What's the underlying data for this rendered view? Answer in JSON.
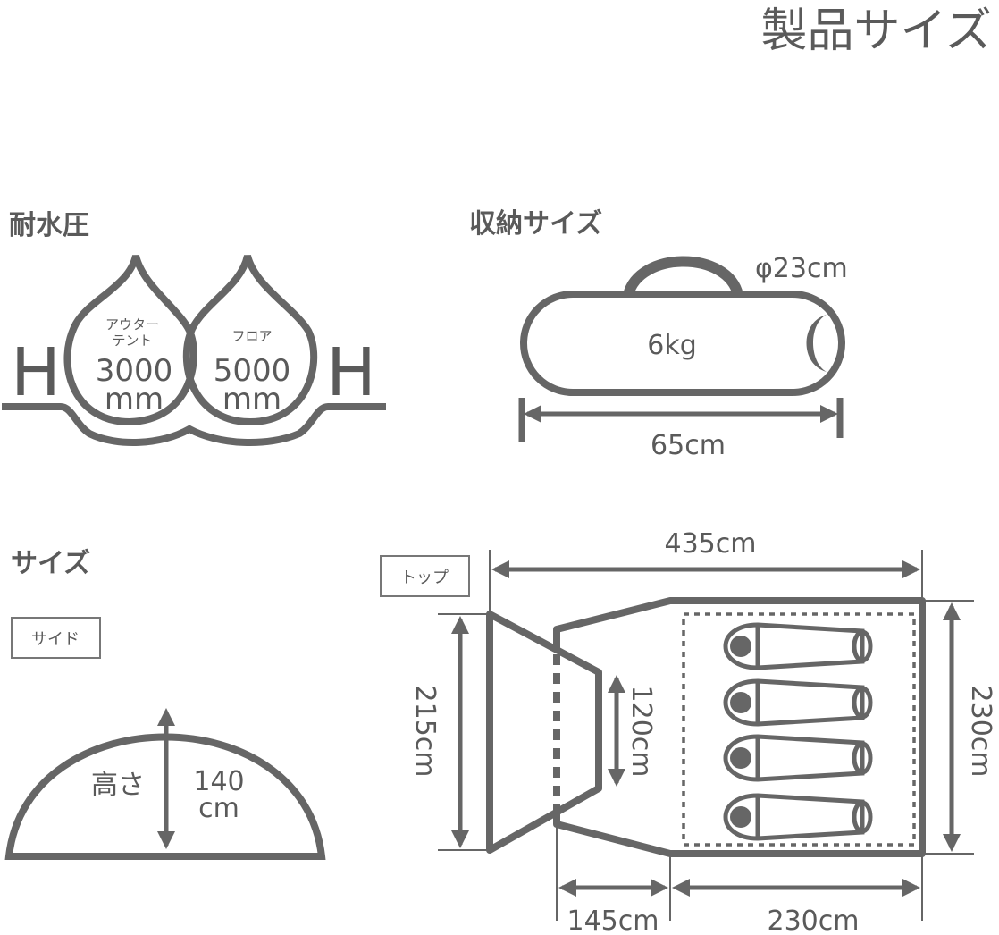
{
  "title": "製品サイズ",
  "water_pressure": {
    "heading": "耐水圧",
    "outer_label_line1": "アウター",
    "outer_label_line2": "テント",
    "outer_value": "3000",
    "outer_unit": "mm",
    "floor_label": "フロア",
    "floor_value": "5000",
    "floor_unit": "mm",
    "h_letter_left": "H",
    "h_letter_right": "H"
  },
  "storage": {
    "heading": "収納サイズ",
    "diameter": "φ23cm",
    "weight": "6kg",
    "length": "65cm"
  },
  "size": {
    "heading": "サイズ",
    "side_tag": "サイド",
    "top_tag": "トップ",
    "height_label": "高さ",
    "height_value": "140",
    "height_unit": "cm",
    "total_length": "435cm",
    "front_width": "215cm",
    "door_width": "120cm",
    "inner_width": "230cm",
    "vestibule_length": "145cm",
    "inner_length": "230cm"
  },
  "colors": {
    "line": "#666666",
    "text": "#5a5a5a"
  }
}
